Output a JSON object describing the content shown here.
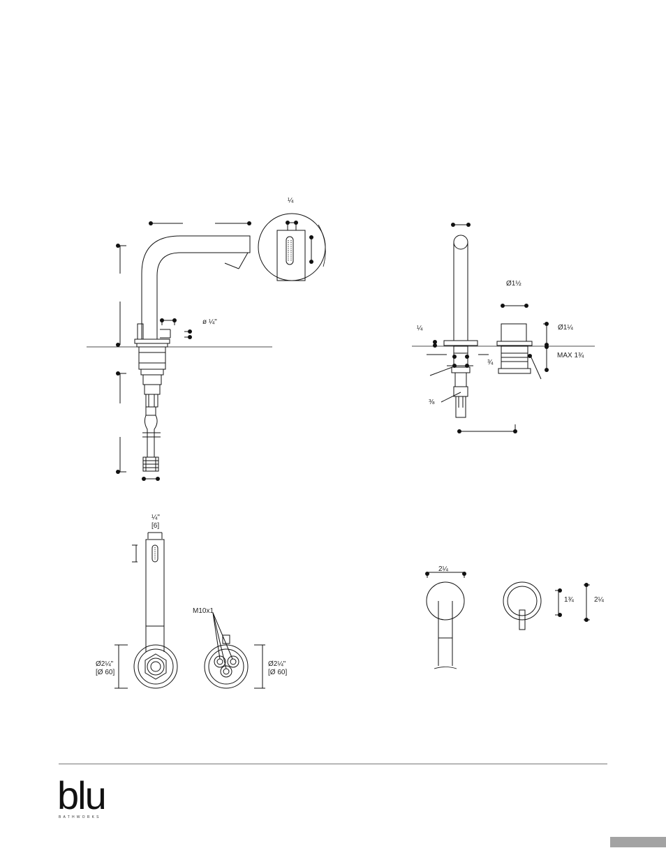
{
  "labels": {
    "detail_quarter": "¼",
    "lever_dia": "ø ¼\"",
    "spout_dia": "Ø1½",
    "left_quarter": "¼",
    "handle_dia": "Ø1¼",
    "max_thickness": "MAX 1¾",
    "three_quarter": "¾",
    "three_eighths": "⅜",
    "outlet_width_in": "¼\"",
    "outlet_width_mm": "[6]",
    "thread": "M10x1",
    "base_dia_left_in": "Ø2¼\"",
    "base_dia_left_mm": "[Ø 60]",
    "base_dia_right_in": "Ø2¼\"",
    "base_dia_right_mm": "[Ø 60]",
    "wall_spout_width": "2¼",
    "wall_handle_inner": "1¾",
    "wall_handle_outer": "2¼"
  },
  "brand": {
    "logo_text": "blu",
    "logo_subtext": "BATHWORKS",
    "accent_color": "#a3a3a3"
  }
}
